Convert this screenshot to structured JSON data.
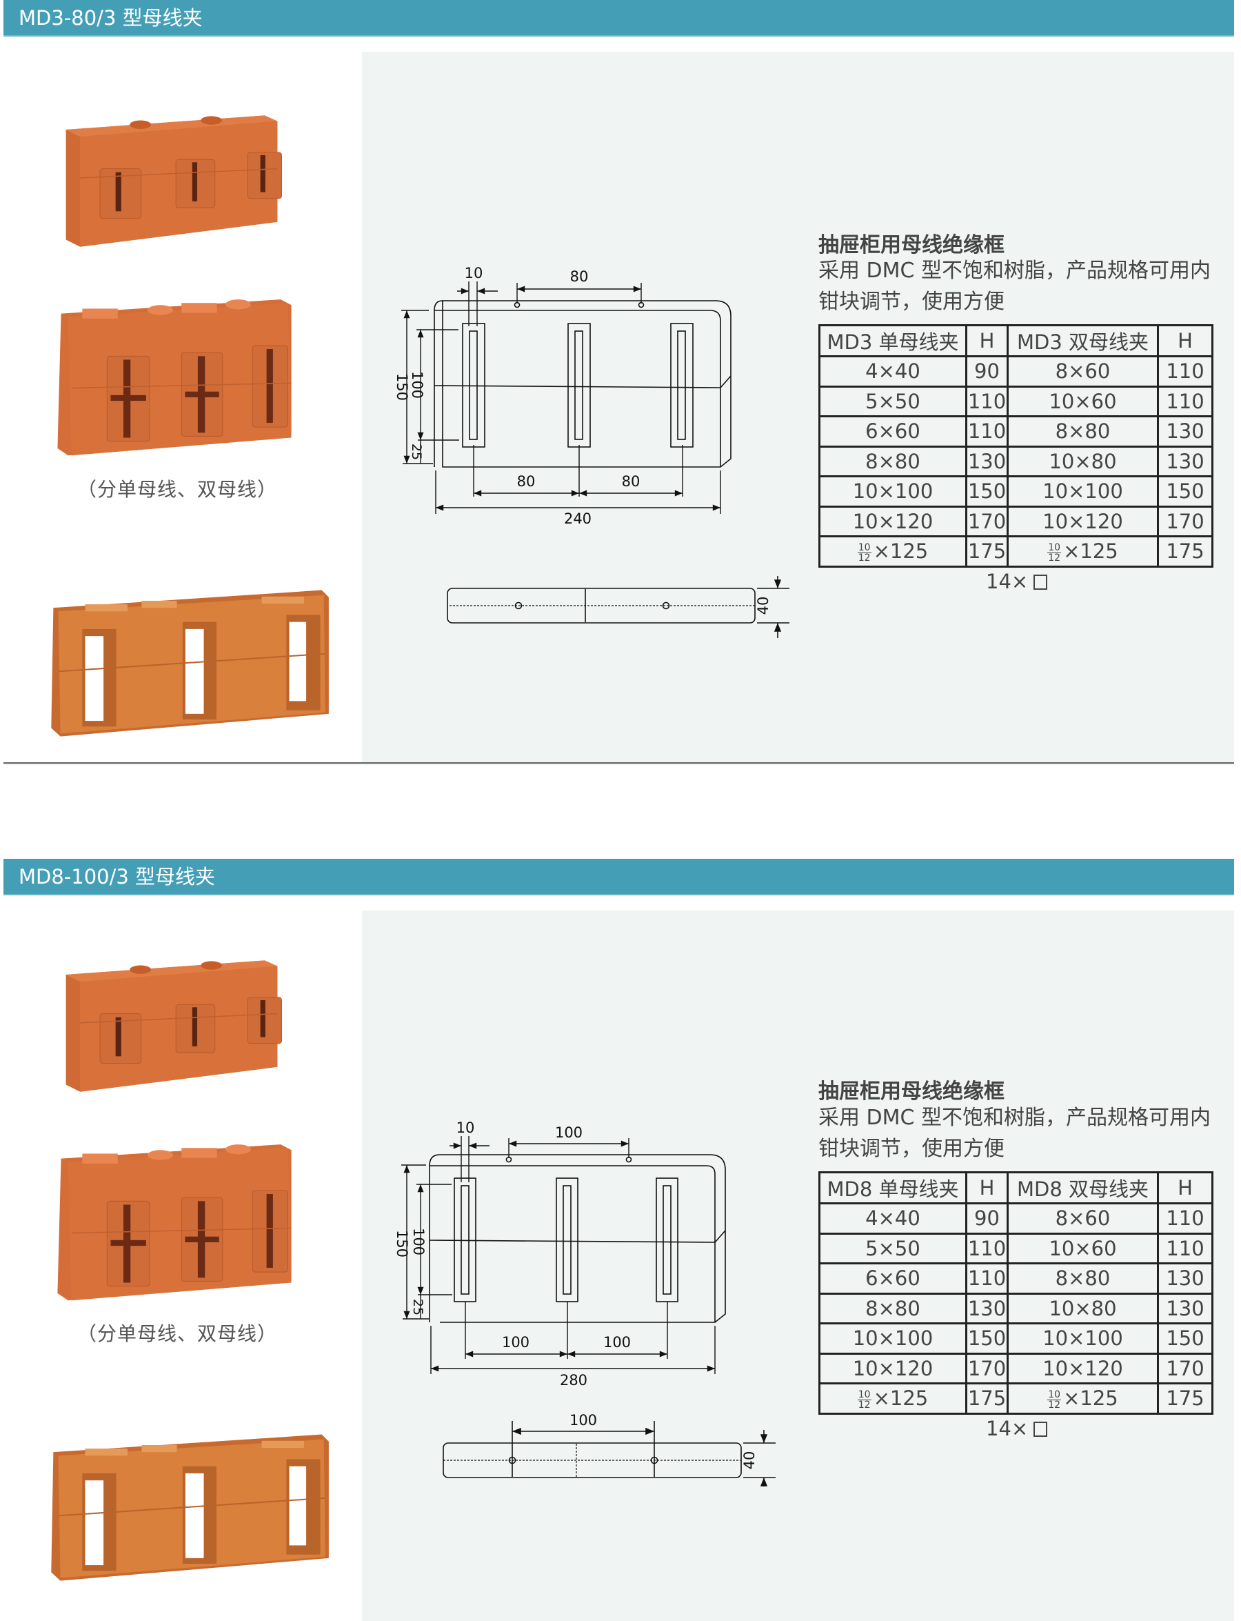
{
  "sections": [
    {
      "header": "MD3-80/3 型母线夹",
      "photo_caption": "（分单母线、双母线）",
      "drawing": {
        "front": {
          "slot_width": "10",
          "hole_spacing": "80",
          "height_total": "150",
          "height_slot": "100",
          "bottom_offset": "25",
          "pitch_left": "80",
          "pitch_right": "80",
          "overall_width": "240"
        },
        "side": {
          "thickness": "40"
        }
      },
      "spec": {
        "title": "抽屉柜用母线绝缘框",
        "body": "采用 DMC 型不饱和树脂，产品规格可用内钳块调节，使用方便",
        "table": {
          "headers": [
            "MD3 单母线夹",
            "H",
            "MD3 双母线夹",
            "H"
          ],
          "rows": [
            [
              "4×40",
              "90",
              "8×60",
              "110"
            ],
            [
              "5×50",
              "110",
              "10×60",
              "110"
            ],
            [
              "6×60",
              "110",
              "8×80",
              "130"
            ],
            [
              "8×80",
              "130",
              "10×80",
              "130"
            ],
            [
              "10×100",
              "150",
              "10×100",
              "150"
            ],
            [
              "10×120",
              "170",
              "10×120",
              "170"
            ],
            [
              "×125",
              "175",
              "×125",
              "175"
            ]
          ],
          "fraction": {
            "num": "10",
            "den": "12"
          }
        },
        "note": "14×"
      }
    },
    {
      "header": "MD8-100/3 型母线夹",
      "photo_caption": "（分单母线、双母线）",
      "drawing": {
        "front": {
          "slot_width": "10",
          "hole_spacing": "100",
          "height_total": "150",
          "height_slot": "100",
          "bottom_offset": "25",
          "pitch_left": "100",
          "pitch_right": "100",
          "overall_width": "280"
        },
        "side": {
          "thickness": "40",
          "hole_spacing": "100"
        }
      },
      "spec": {
        "title": "抽屉柜用母线绝缘框",
        "body": "采用 DMC 型不饱和树脂，产品规格可用内钳块调节，使用方便",
        "table": {
          "headers": [
            "MD8 单母线夹",
            "H",
            "MD8 双母线夹",
            "H"
          ],
          "rows": [
            [
              "4×40",
              "90",
              "8×60",
              "110"
            ],
            [
              "5×50",
              "110",
              "10×60",
              "110"
            ],
            [
              "6×60",
              "110",
              "8×80",
              "130"
            ],
            [
              "8×80",
              "130",
              "10×80",
              "130"
            ],
            [
              "10×100",
              "150",
              "10×100",
              "150"
            ],
            [
              "10×120",
              "170",
              "10×120",
              "170"
            ],
            [
              "×125",
              "175",
              "×125",
              "175"
            ]
          ],
          "fraction": {
            "num": "10",
            "den": "12"
          }
        },
        "note": "14×"
      }
    }
  ],
  "colors": {
    "header_bg": "#449fb6",
    "panel_bg": "#f0f4f3",
    "product_orange": "#d9723a"
  }
}
